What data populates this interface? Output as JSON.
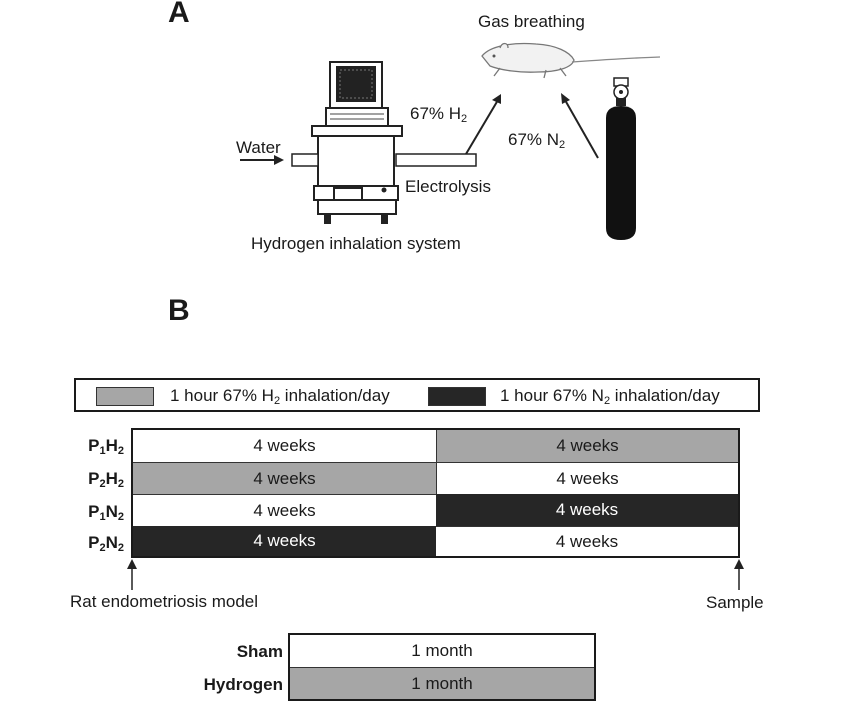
{
  "panel_a": {
    "letter": "A",
    "gas_breathing": "Gas breathing",
    "h2_label": "67% H",
    "h2_sub": "2",
    "n2_label": "67% N",
    "n2_sub": "2",
    "water": "Water",
    "electrolysis": "Electrolysis",
    "system": "Hydrogen inhalation system"
  },
  "panel_b": {
    "letter": "B",
    "legend": {
      "h2_text_pre": "1 hour 67% H",
      "h2_sub": "2",
      "h2_text_post": " inhalation/day",
      "n2_text_pre": "1 hour 67% N",
      "n2_sub": "2",
      "n2_text_post": " inhalation/day",
      "h2_color": "#a6a6a6",
      "n2_color": "#262626"
    },
    "rows": [
      {
        "p": "P",
        "ps": "1",
        "g": "H",
        "gs": "2",
        "first": "4 weeks",
        "second": "4 weeks"
      },
      {
        "p": "P",
        "ps": "2",
        "g": "H",
        "gs": "2",
        "first": "4 weeks",
        "second": "4 weeks"
      },
      {
        "p": "P",
        "ps": "1",
        "g": "N",
        "gs": "2",
        "first": "4 weeks",
        "second": "4 weeks"
      },
      {
        "p": "P",
        "ps": "2",
        "g": "N",
        "gs": "2",
        "first": "4 weeks",
        "second": "4 weeks"
      }
    ],
    "start_label": "Rat endometriosis model",
    "end_label": "Sample",
    "sham": {
      "label": "Sham",
      "value": "1 month"
    },
    "hydrogen": {
      "label": "Hydrogen",
      "value": "1 month"
    }
  }
}
